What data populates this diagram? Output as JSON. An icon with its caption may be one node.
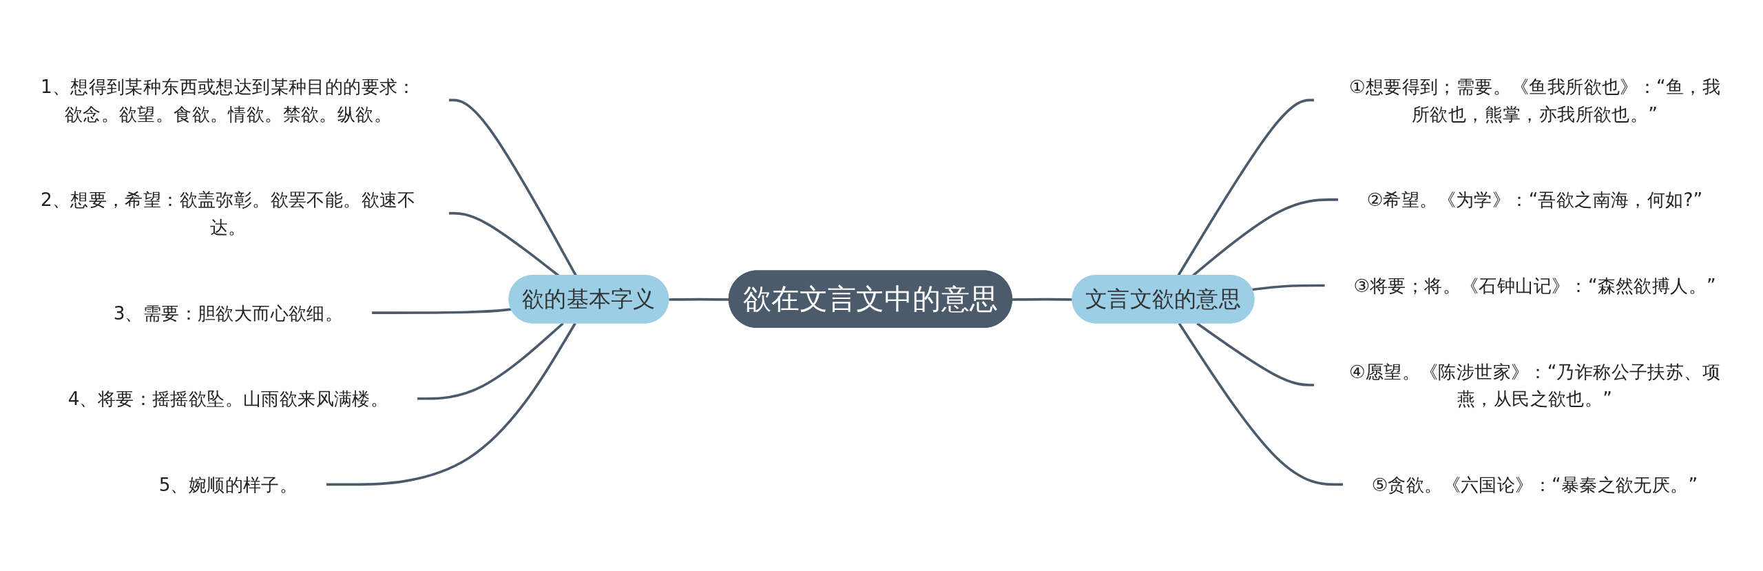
{
  "diagram": {
    "nodes": [
      {
        "text": [
          "欲在文言文中的意思"
        ]
      },
      {
        "text": [
          "欲的基本字义"
        ]
      },
      {
        "text": [
          "1、想得到某种东西或想达到某种目的的要求：欲念。欲望。食欲。情欲。禁欲。纵欲。"
        ]
      },
      {
        "text": [
          "2、想要，希望：欲盖弥彰。欲罢不能。欲速不达。"
        ]
      },
      {
        "text": [
          "3、需要：胆欲大而心欲细。"
        ]
      },
      {
        "text": [
          "4、将要：摇摇欲坠。山雨欲来风满楼。"
        ]
      },
      {
        "text": [
          "5、婉顺的样子。"
        ]
      },
      {
        "text": [
          "文言文欲的意思"
        ]
      },
      {
        "text": [
          "①想要得到；需要。《鱼我所欲也》：“鱼，我所欲也，熊掌，亦我所欲也。”"
        ]
      },
      {
        "text": [
          "②希望。《为学》：“吾欲之南海，何如?”"
        ]
      },
      {
        "text": [
          "③将要；将。《石钟山记》：“森然欲搏人。”"
        ]
      },
      {
        "text": [
          "④愿望。《陈涉世家》：“乃诈称公子扶苏、项燕，从民之欲也。”"
        ]
      },
      {
        "text": [
          "⑤贪欲。《六国论》：“暴秦之欲无厌。”"
        ]
      }
    ],
    "edges": [
      {
        "from": 2,
        "to": 1,
        "arrow": "none"
      },
      {
        "from": 3,
        "to": 1,
        "arrow": "none"
      },
      {
        "from": 4,
        "to": 1,
        "arrow": "none"
      },
      {
        "from": 5,
        "to": 1,
        "arrow": "none"
      },
      {
        "from": 6,
        "to": 1,
        "arrow": "none"
      },
      {
        "from": 1,
        "to": 0,
        "arrow": "none"
      },
      {
        "from": 0,
        "to": 7,
        "arrow": "none"
      },
      {
        "from": 7,
        "to": 8,
        "arrow": "none"
      },
      {
        "from": 7,
        "to": 9,
        "arrow": "none"
      },
      {
        "from": 7,
        "to": 10,
        "arrow": "none"
      },
      {
        "from": 7,
        "to": 11,
        "arrow": "none"
      },
      {
        "from": 7,
        "to": 12,
        "arrow": "none"
      }
    ]
  }
}
